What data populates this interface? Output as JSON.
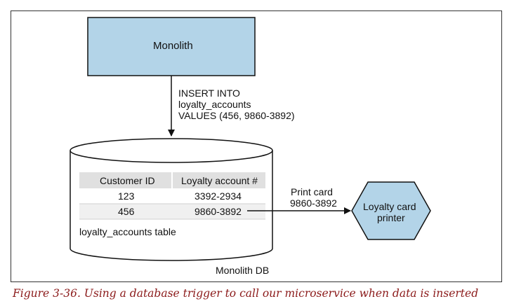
{
  "monolith": {
    "label": "Monolith"
  },
  "insert_statement": {
    "line1": "INSERT INTO",
    "line2": "loyalty_accounts",
    "line3": "VALUES (456, 9860-3892)"
  },
  "database": {
    "label": "Monolith DB",
    "table_caption": "loyalty_accounts table",
    "columns": [
      "Customer ID",
      "Loyalty account  #"
    ],
    "rows": [
      [
        "123",
        "3392-2934"
      ],
      [
        "456",
        "9860-3892"
      ]
    ]
  },
  "print_call": {
    "line1": "Print card",
    "line2": "9860-3892"
  },
  "printer_service": {
    "line1": "Loyalty card",
    "line2": "printer"
  },
  "caption": "Figure 3-36. Using a database trigger to call our microservice when data is inserted",
  "colors": {
    "box_fill": "#b3d4e8",
    "table_header_fill": "#e0e0e0",
    "table_row_fill": "#f0f0f0",
    "caption_color": "#8b1a1a"
  }
}
